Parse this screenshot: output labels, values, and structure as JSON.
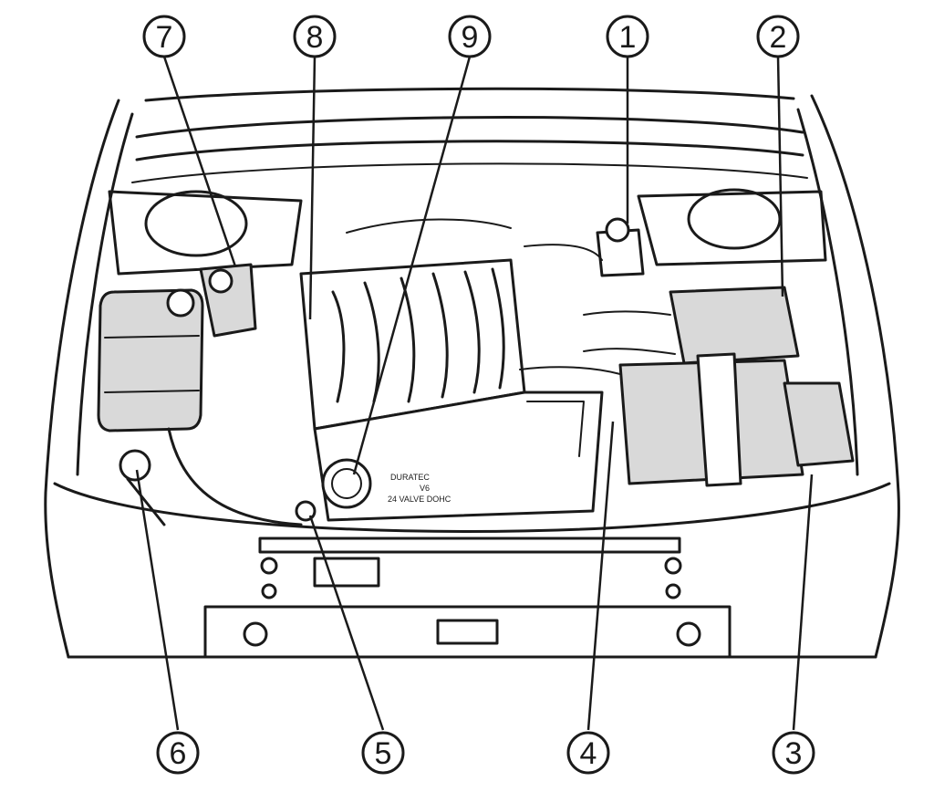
{
  "callouts": [
    {
      "id": "1",
      "label": "1"
    },
    {
      "id": "2",
      "label": "2"
    },
    {
      "id": "3",
      "label": "3"
    },
    {
      "id": "4",
      "label": "4"
    },
    {
      "id": "5",
      "label": "5"
    },
    {
      "id": "6",
      "label": "6"
    },
    {
      "id": "7",
      "label": "7"
    },
    {
      "id": "8",
      "label": "8"
    },
    {
      "id": "9",
      "label": "9"
    }
  ],
  "engine_cover": {
    "line1": "DURATEC",
    "line2": "V6",
    "line3": "24 VALVE DOHC"
  },
  "colors": {
    "ink": "#1a1a1a",
    "shade": "#d9d9d9",
    "background": "#ffffff"
  }
}
